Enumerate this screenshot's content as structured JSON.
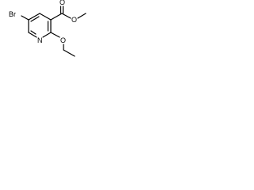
{
  "molecule": {
    "atoms": {
      "bromine": "Br",
      "ring_nitrogen": "N",
      "carbonyl_oxygen": "O",
      "ester_oxygen": "O",
      "ether_oxygen": "O"
    }
  }
}
